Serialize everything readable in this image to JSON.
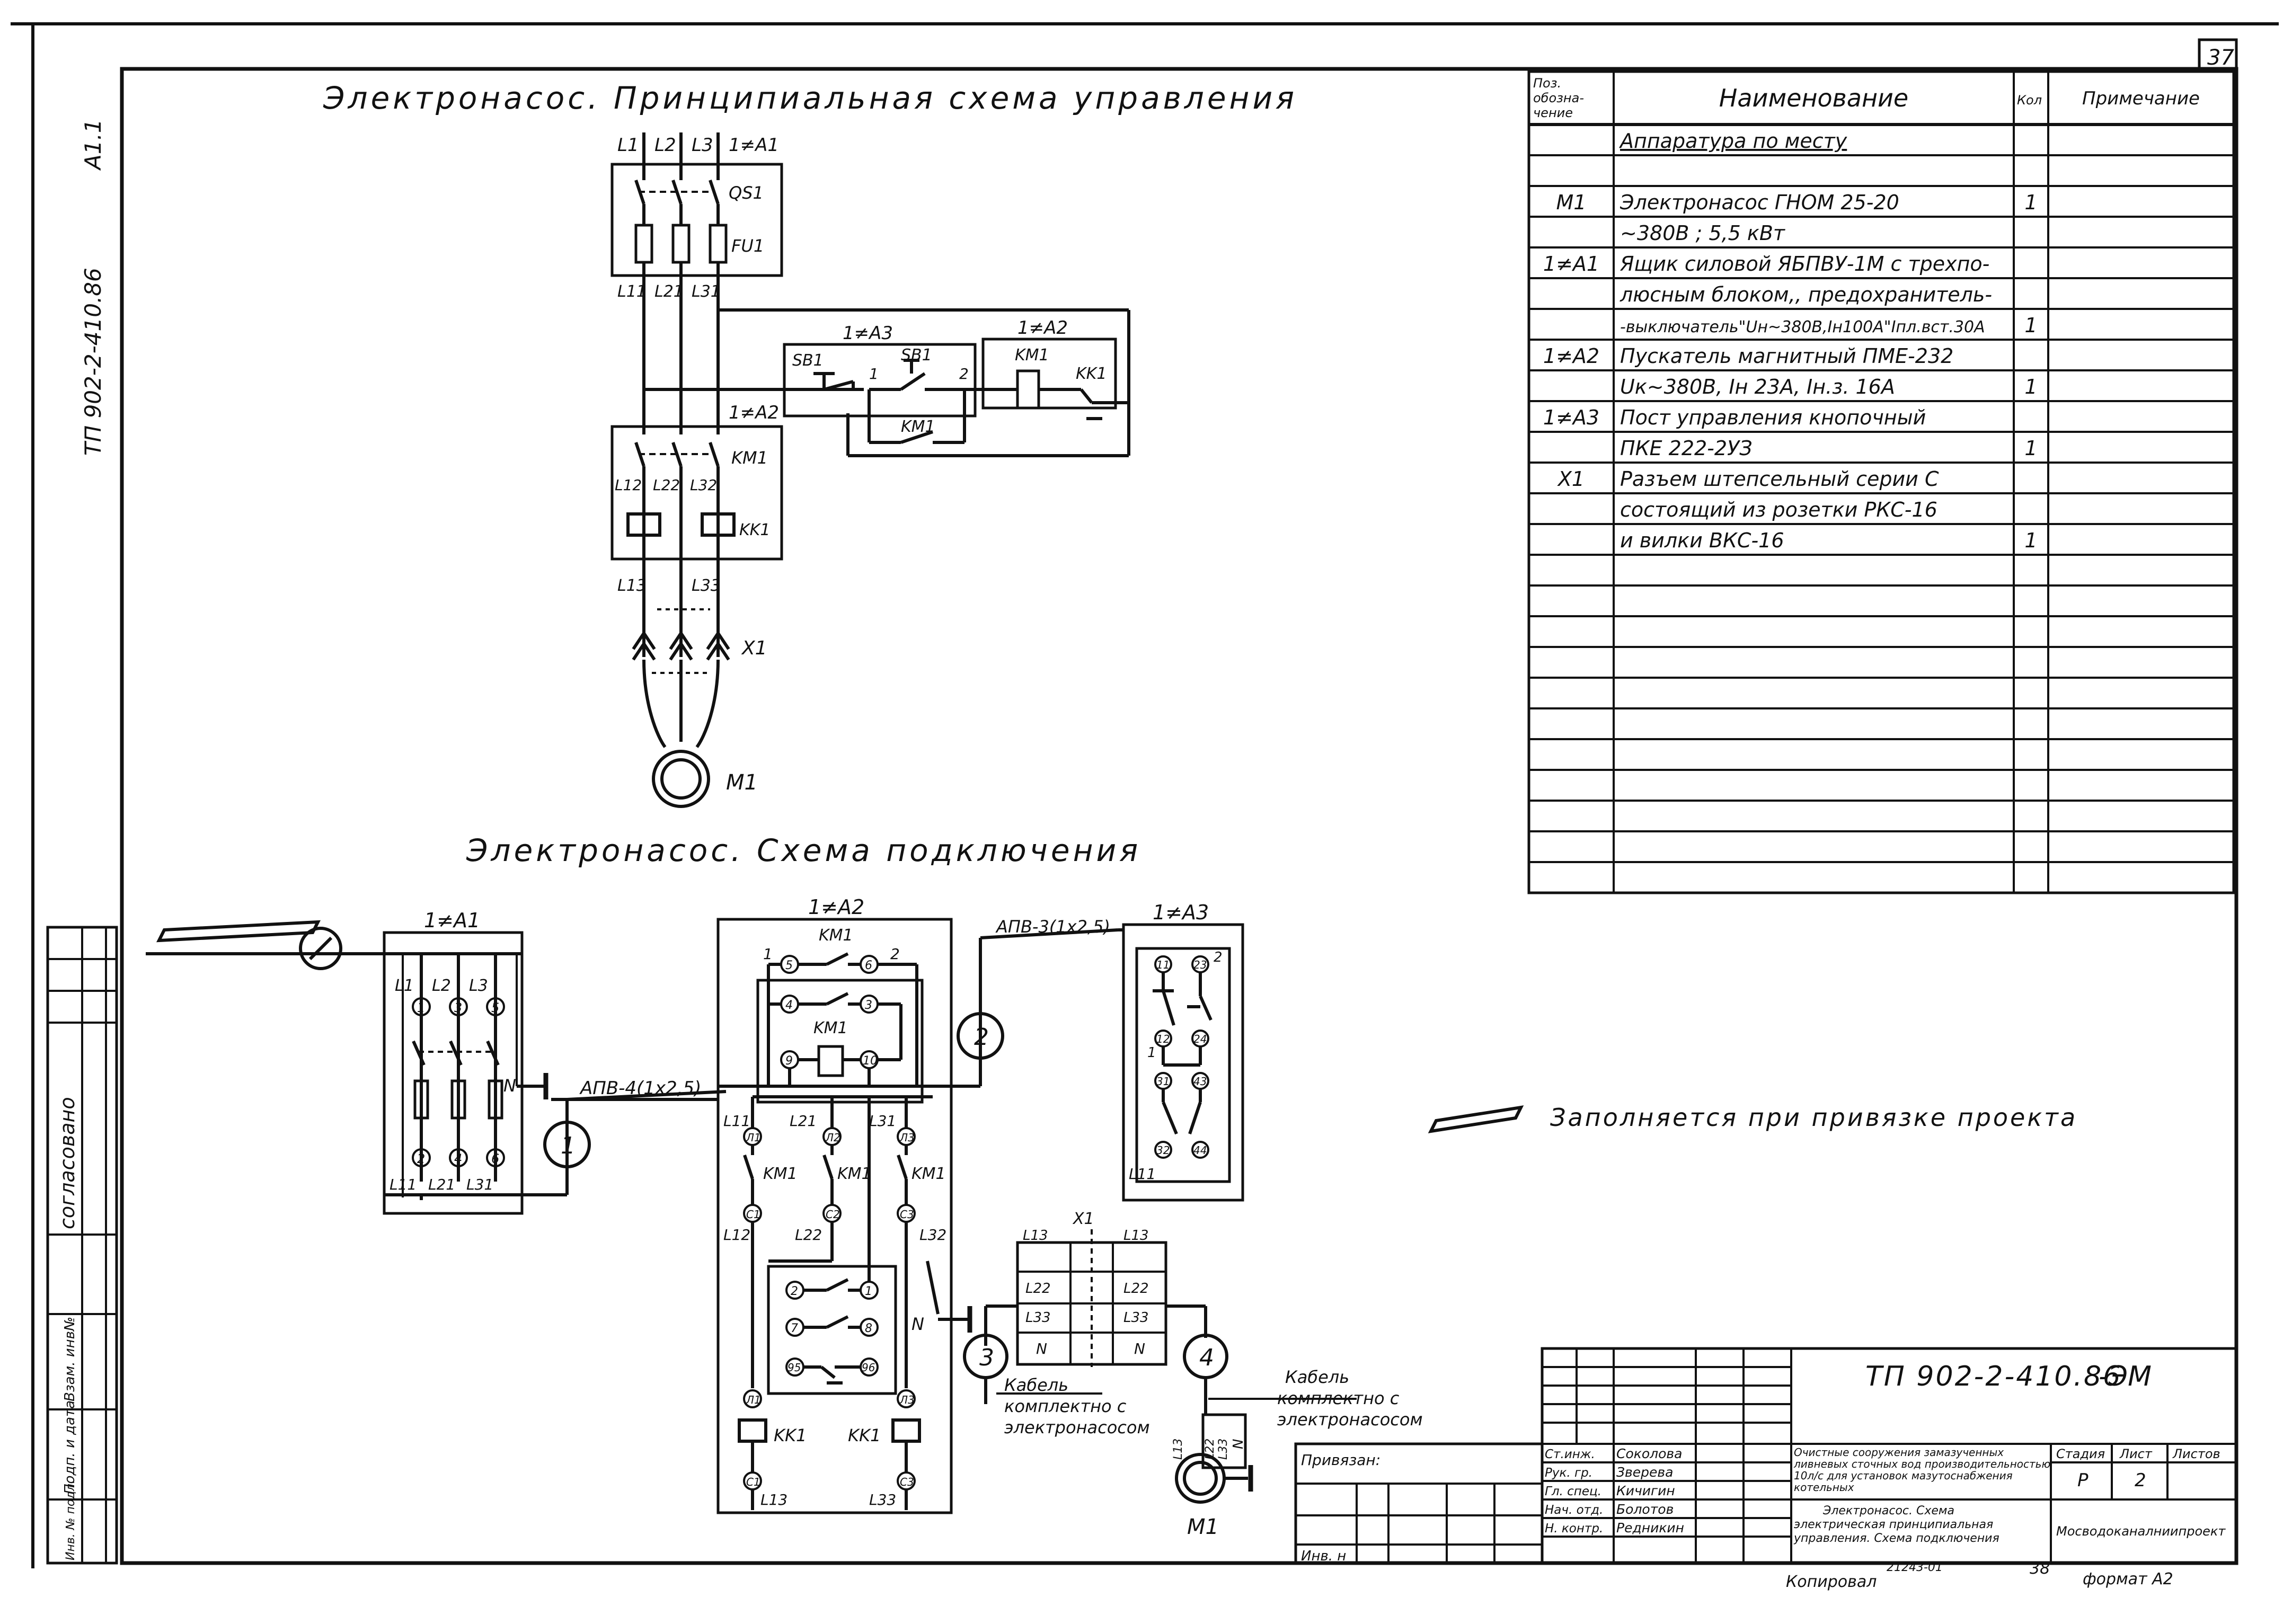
{
  "sheet_number": "37",
  "left_strip": {
    "top_code": "A1.1",
    "doc_code": "ТП 902-2-410.86",
    "agreed": "согласовано",
    "vzam_inv": "Взам. инв№",
    "podp_data": "Подп. и дата",
    "inv_podl": "Инв. № подл."
  },
  "control_title": "Электронасос. Принципиальная схема управления",
  "connection_title": "Электронасос. Схема подключения",
  "note": "Заполняется при привязке проекта",
  "control": {
    "phases": [
      "L1",
      "L2",
      "L3"
    ],
    "a1": "1≠A1",
    "qs1": "QS1",
    "fu1": "FU1",
    "phases2": [
      "L11",
      "L21",
      "L31"
    ],
    "a3": "1≠A3",
    "a2": "1≠A2",
    "sb1a": "SB1",
    "sb1b": "SB1",
    "n1": "1",
    "n2": "2",
    "km1_coil": "KM1",
    "kk1_contact": "KK1",
    "km1_hold": "KM1",
    "a2b": "1≠A2",
    "km1_main": "KM1",
    "phases3": [
      "L12",
      "L22",
      "L32"
    ],
    "kk1": "KK1",
    "l13": "L13",
    "l33": "L33",
    "x1": "X1",
    "m1": "M1"
  },
  "table": {
    "headers": [
      "Поз. обозна- чение",
      "Наименование",
      "Кол",
      "Примечание"
    ],
    "rows": [
      {
        "pos": "",
        "name": "Аппаратура по месту",
        "qty": "",
        "note": ""
      },
      {
        "pos": "",
        "name": "",
        "qty": "",
        "note": ""
      },
      {
        "pos": "M1",
        "name": "Электронасос ГНОМ 25-20",
        "qty": "1",
        "note": ""
      },
      {
        "pos": "",
        "name": "~380В ; 5,5 кВт",
        "qty": "",
        "note": ""
      },
      {
        "pos": "1≠A1",
        "name": "Ящик силовой ЯБПВУ-1М с трехпо-",
        "qty": "",
        "note": ""
      },
      {
        "pos": "",
        "name": "люсным блоком,, предохранитель-",
        "qty": "",
        "note": ""
      },
      {
        "pos": "",
        "name": "-выключатель\"Uн~380В,Iн100А\"Iпл.вст.30А",
        "qty": "1",
        "note": ""
      },
      {
        "pos": "1≠A2",
        "name": "Пускатель магнитный ПМЕ-232",
        "qty": "",
        "note": ""
      },
      {
        "pos": "",
        "name": "Uк~380В, Iн 23А, Iн.з. 16А",
        "qty": "1",
        "note": ""
      },
      {
        "pos": "1≠A3",
        "name": "Пост управления кнопочный",
        "qty": "",
        "note": ""
      },
      {
        "pos": "",
        "name": "ПКЕ 222-2УЗ",
        "qty": "1",
        "note": ""
      },
      {
        "pos": "X1",
        "name": "Разъем штепсельный серии С",
        "qty": "",
        "note": ""
      },
      {
        "pos": "",
        "name": "состоящий из розетки РКС-16",
        "qty": "",
        "note": ""
      },
      {
        "pos": "",
        "name": "и вилки ВКС-16",
        "qty": "1",
        "note": ""
      },
      {
        "pos": "",
        "name": "",
        "qty": "",
        "note": ""
      },
      {
        "pos": "",
        "name": "",
        "qty": "",
        "note": ""
      },
      {
        "pos": "",
        "name": "",
        "qty": "",
        "note": ""
      },
      {
        "pos": "",
        "name": "",
        "qty": "",
        "note": ""
      },
      {
        "pos": "",
        "name": "",
        "qty": "",
        "note": ""
      },
      {
        "pos": "",
        "name": "",
        "qty": "",
        "note": ""
      },
      {
        "pos": "",
        "name": "",
        "qty": "",
        "note": ""
      },
      {
        "pos": "",
        "name": "",
        "qty": "",
        "note": ""
      },
      {
        "pos": "",
        "name": "",
        "qty": "",
        "note": ""
      },
      {
        "pos": "",
        "name": "",
        "qty": "",
        "note": ""
      },
      {
        "pos": "",
        "name": "",
        "qty": "",
        "note": ""
      }
    ]
  },
  "connection": {
    "a1": "1≠A1",
    "a1_phases": [
      "L1",
      "L2",
      "L3"
    ],
    "a1_top_terms": [
      "1",
      "3",
      "5"
    ],
    "a1_bot_terms": [
      "2",
      "4",
      "6"
    ],
    "a1_out": [
      "L11",
      "L21",
      "L31"
    ],
    "n": "N",
    "cable1": "АПВ-4(1x2,5)",
    "c1": "1",
    "a2": "1≠A2",
    "a2_km1_top": "KM1",
    "t5": "5",
    "t6": "6",
    "a2_n1": "1",
    "a2_n2": "2",
    "t4": "4",
    "t3": "3",
    "a2_km1_coil": "KM1",
    "t9": "9",
    "t10": "10",
    "p_labels": [
      "L11",
      "L21",
      "L31"
    ],
    "p_terms": [
      "Л1",
      "Л2",
      "Л3"
    ],
    "km1_labels": [
      "KM1",
      "KM1",
      "KM1"
    ],
    "c_terms": [
      "C1",
      "C2",
      "C3"
    ],
    "p_labels2": [
      "L12",
      "L22",
      "L32"
    ],
    "t2": "2",
    "t1": "1",
    "t7": "7",
    "t8": "8",
    "t95": "95",
    "t96": "96",
    "n2": "N",
    "bot_top": [
      "Л1",
      "Л3"
    ],
    "kk1a": "KK1",
    "kk1b": "KK1",
    "bot_c": [
      "C1",
      "C3"
    ],
    "bot_l": [
      "L13",
      "L33"
    ],
    "cable3": "АПВ-3(1x2,5)",
    "c2": "2",
    "a3": "1≠A3",
    "a3_terms": [
      "11",
      "23",
      "12",
      "24",
      "31",
      "43",
      "32",
      "44"
    ],
    "a3_n2": "2",
    "a3_n1": "1",
    "a3_l11": "L11",
    "x1": "X1",
    "x1_rows_left": [
      "L13",
      "L22",
      "L33",
      "N"
    ],
    "x1_rows_right": [
      "L13",
      "L22",
      "L33",
      "N"
    ],
    "c3": "3",
    "c4": "4",
    "cable_note1": "Кабель комплектно с электронасосом",
    "cable_note2": "Кабель комплектно с электронасосом",
    "motor_leads": [
      "L13",
      "L22",
      "L33",
      "N"
    ],
    "m1": "M1"
  },
  "title_block": {
    "code": "ТП 902-2-410.86",
    "suffix": "-ЭМ",
    "privyazan": "Привязан:",
    "inv": "Инв. н",
    "roles": [
      "Ст.инж.",
      "Рук. гр.",
      "Гл. спец.",
      "Нач. отд.",
      "Н. контр."
    ],
    "names": [
      "Соколова",
      "Зверева",
      "Кичигин",
      "Болотов",
      "Редникин"
    ],
    "description": "Очистные сооружения замазученных ливневых сточных вод производительностью 10л/с для установок мазутоснабжения котельных",
    "sheet_title": "Электронасос. Схема электрическая принципиальная управления. Схема подключения",
    "stage_label": "Стадия",
    "sheet_label": "Лист",
    "sheets_label": "Листов",
    "stage": "Р",
    "sheet": "2",
    "sheets": "",
    "org": "Мосводоканалниипроект"
  },
  "footer": {
    "copied": "Копировал",
    "order": "21243-01",
    "num": "38",
    "format": "формат А2"
  }
}
